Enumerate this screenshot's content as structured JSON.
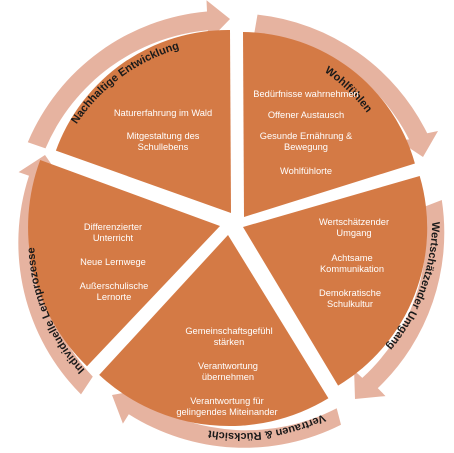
{
  "colors": {
    "segment": "#d47a45",
    "arrow": "#e6b3a0",
    "label": "#1a1a1a",
    "text": "#ffffff"
  },
  "segments": [
    {
      "label": "Nachhaltige Entwicklung",
      "items": [
        "Naturerfahrung im Wald",
        "Mitgestaltung des\nSchullebens"
      ]
    },
    {
      "label": "Wohlfühlen",
      "items": [
        "Bedürfnisse wahrnehmen",
        "Offener Austausch",
        "Gesunde Ernährung &\nBewegung",
        "Wohlfühlorte"
      ]
    },
    {
      "label": "Wertschätzender Umgang",
      "items": [
        "Wertschätzender\nUmgang",
        "Achtsame\nKommunikation",
        "Demokratische\nSchulkultur"
      ]
    },
    {
      "label": "Vertrauen & Rücksicht",
      "items": [
        "Gemeinschaftsgefühl\nstärken",
        "Verantwortung\nübernehmen",
        "Verantwortung für\ngelingendes Miteinander"
      ]
    },
    {
      "label": "Individuelle Lernprozesse",
      "items": [
        "Differenzierter\nUnterricht",
        "Neue Lernwege",
        "Außerschulische\nLernorte"
      ]
    }
  ]
}
